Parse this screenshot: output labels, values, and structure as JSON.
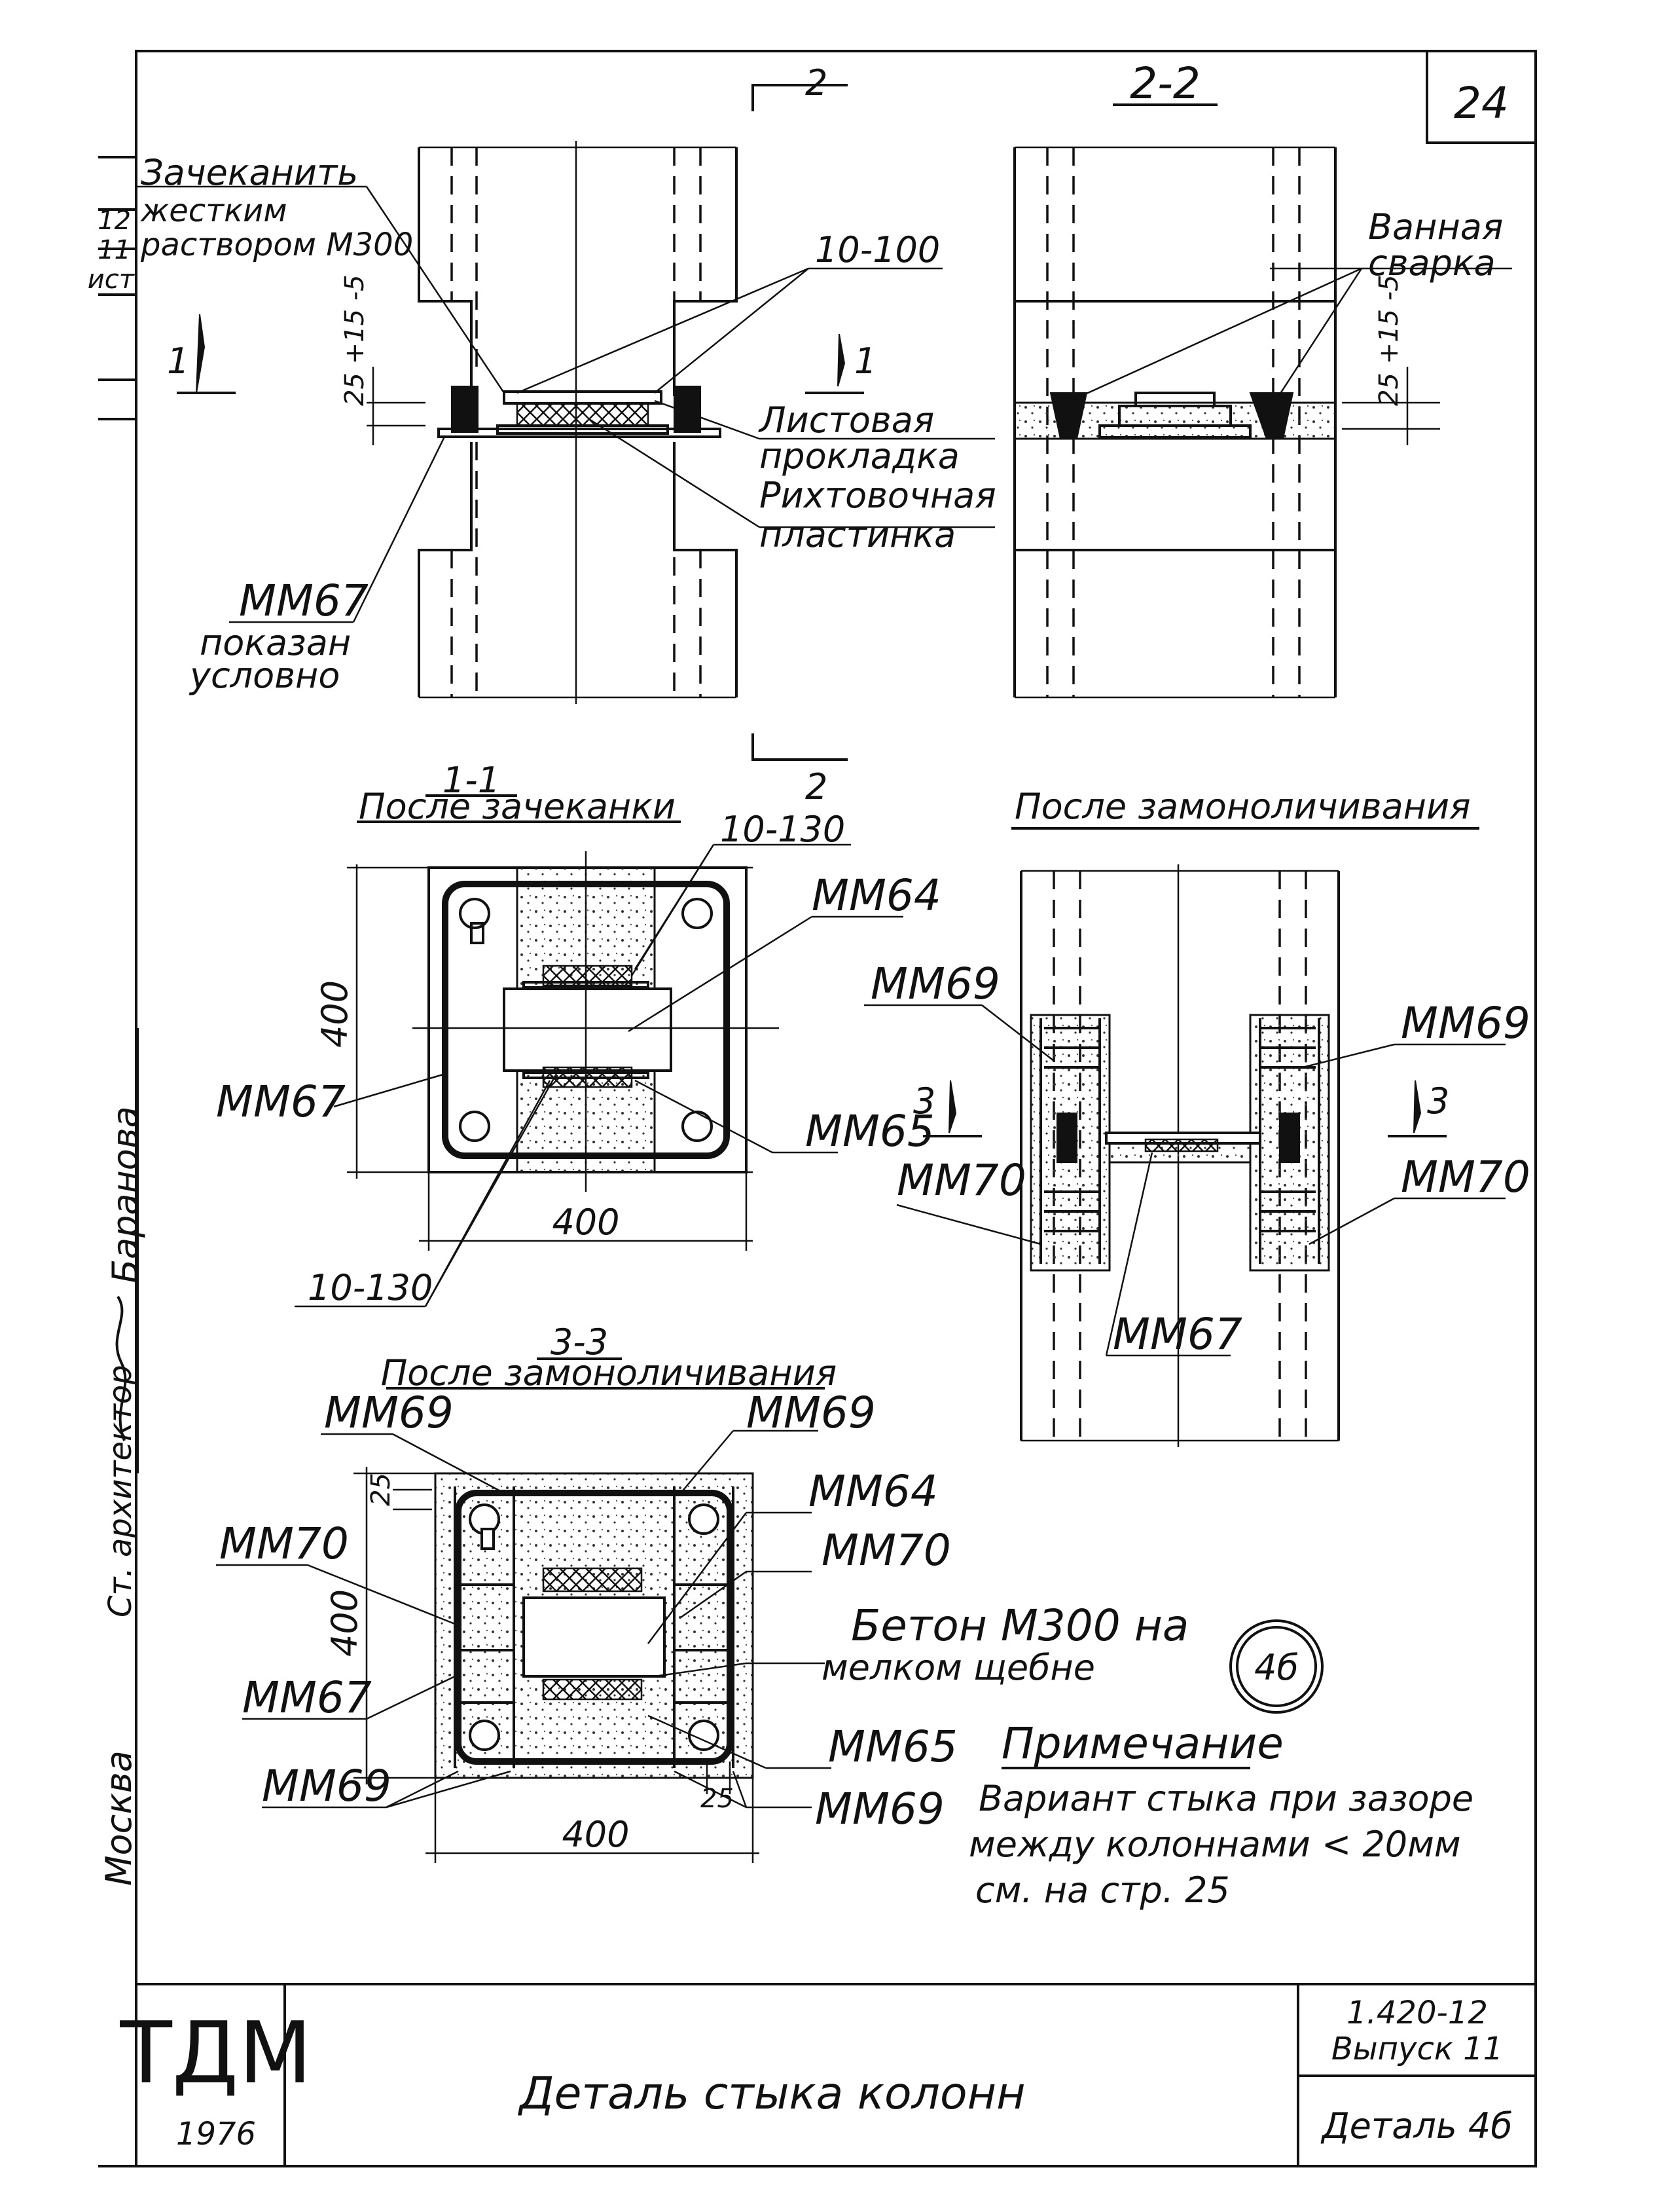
{
  "sheet": {
    "number": "24",
    "title": "Деталь стыка колонн",
    "code": "1.420-12",
    "issue": "Выпуск 11",
    "detail": "Деталь 4б",
    "logo": "ТДМ",
    "year": "1976",
    "city": "Москва",
    "role": "Ст. архитектор",
    "person": "Баранова",
    "margin_marks": [
      "12",
      "11",
      "ист"
    ],
    "detail_circle": "4б"
  },
  "views": {
    "elevation": {
      "cut_mark": "2",
      "section_mark": "1",
      "dim_gap": "25 +15 -5",
      "callouts": {
        "caulk_1": "Зачеканить",
        "caulk_2": "жестким",
        "caulk_3": "раствором М300",
        "rebar": "10-100",
        "sheet_pad_1": "Листовая",
        "sheet_pad_2": "прокладка",
        "shim_1": "Рихтовочная",
        "shim_2": "пластинка",
        "mm67": "ММ67",
        "shown_1": "показан",
        "shown_2": "условно"
      }
    },
    "section_2_2": {
      "title": "2-2",
      "dim_gap": "25 +15 -5",
      "weld_1": "Ванная",
      "weld_2": "сварка"
    },
    "section_1_1": {
      "title": "1-1",
      "subtitle": "После зачеканки",
      "cut_mark": "2",
      "rebar_top": "10-130",
      "rebar_bottom": "10-130",
      "mm64": "ММ64",
      "mm65": "ММ65",
      "mm67": "ММ67",
      "dim_h": "400",
      "dim_w": "400"
    },
    "after_concreting": {
      "title": "После замоноличивания",
      "mm69_left": "ММ69",
      "mm69_right": "ММ69",
      "mm70_left": "ММ70",
      "mm70_right": "ММ70",
      "mm67": "ММ67",
      "sec_left": "3",
      "sec_right": "3"
    },
    "section_3_3": {
      "title": "3-3",
      "subtitle": "После замоноличивания",
      "mm69_tl": "ММ69",
      "mm69_tr": "ММ69",
      "mm70_l": "ММ70",
      "mm64": "ММ64",
      "mm70_r": "ММ70",
      "concrete_1": "Бетон М300 на",
      "concrete_2": "мелком щебне",
      "mm67": "ММ67",
      "mm65": "ММ65",
      "mm69_bl": "ММ69",
      "mm69_br": "ММ69",
      "dim_25_top": "25",
      "dim_25_bottom": "25",
      "dim_h": "400",
      "dim_w": "400"
    }
  },
  "note": {
    "heading": "Примечание",
    "line1": "Вариант стыка при зазоре",
    "line2": "между колоннами < 20мм",
    "line3": "см. на стр. 25"
  }
}
